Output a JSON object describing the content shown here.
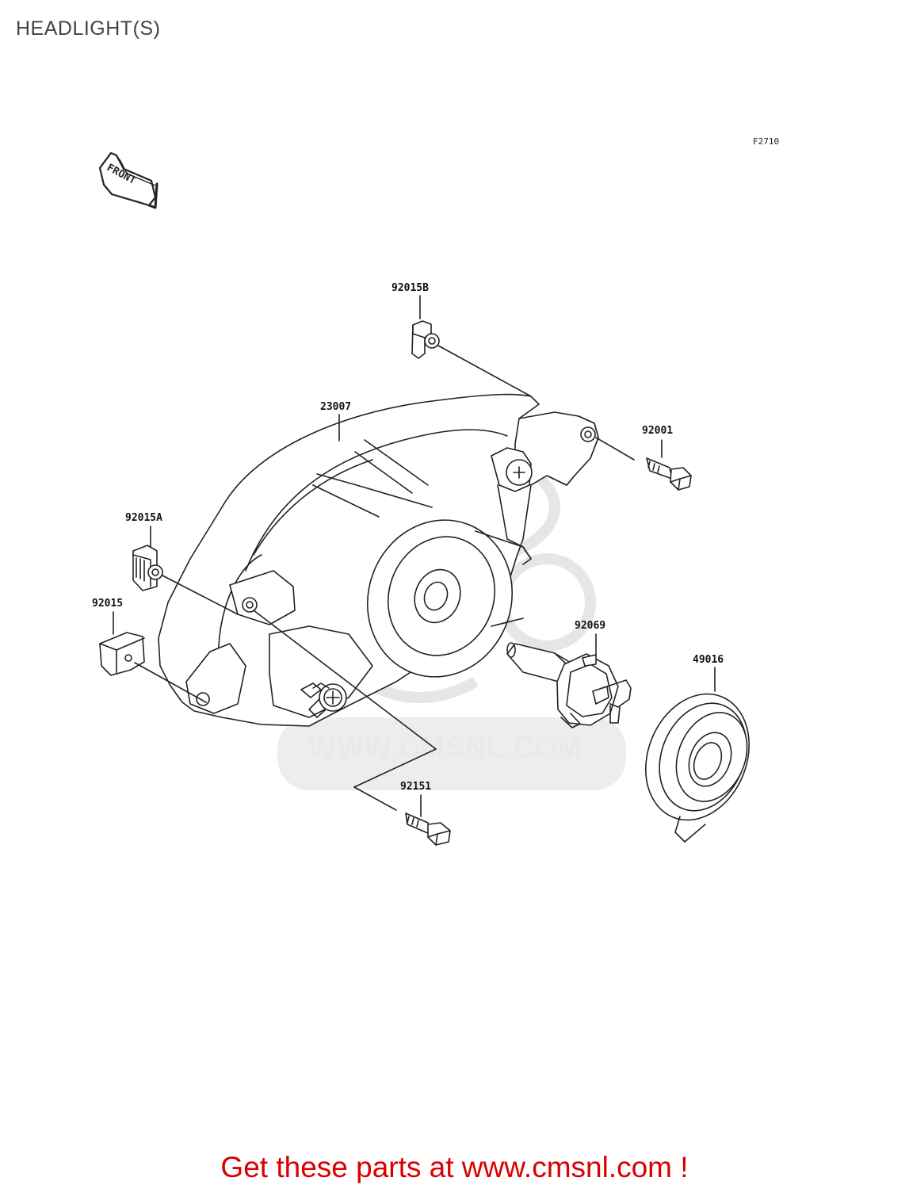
{
  "title": "HEADLIGHT(S)",
  "diagram_code": "F2710",
  "front_marker": "FRONT",
  "watermark": "WWW.CMSNL.COM",
  "parts": {
    "p92015B": "92015B",
    "p23007": "23007",
    "p92001": "92001",
    "p92015A": "92015A",
    "p92015": "92015",
    "p92069": "92069",
    "p49016": "49016",
    "p92151": "92151"
  },
  "promo_text": "Get these parts at www.cmsnl.com !",
  "colors": {
    "promo": "#d90000",
    "line": "#222222",
    "watermark": "#e6e6e6"
  }
}
